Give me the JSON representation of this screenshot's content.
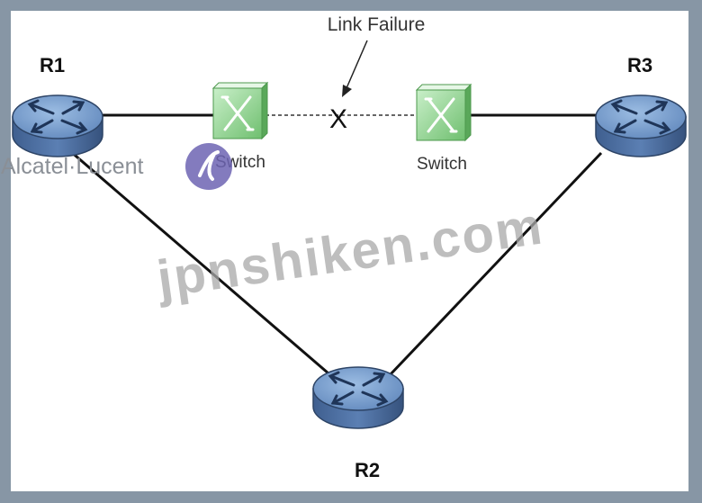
{
  "annotation": {
    "text": "Link Failure",
    "failure_mark": "X"
  },
  "routers": [
    {
      "id": "r1",
      "label": "R1"
    },
    {
      "id": "r2",
      "label": "R2"
    },
    {
      "id": "r3",
      "label": "R3"
    }
  ],
  "switches": [
    {
      "id": "left",
      "label": "Switch"
    },
    {
      "id": "right",
      "label": "Switch"
    }
  ],
  "logo": {
    "text": "Alcatel·Lucent"
  },
  "watermark": {
    "text": "jpnshiken.com"
  },
  "colors": {
    "router_body": "#5b7fb3",
    "router_top": "#7fa2cf",
    "switch_fill": "#8ed18e",
    "link": "#111111",
    "background": "#8796a5"
  },
  "icons": {
    "router": "router-icon",
    "switch": "switch-icon",
    "logo": "alcatel-lucent-logo-icon"
  }
}
